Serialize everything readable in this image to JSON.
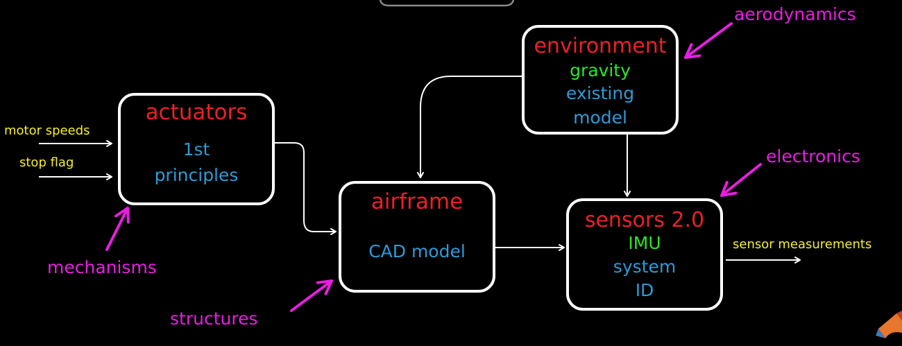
{
  "colors": {
    "background": "#000000",
    "box_outline": "#ffffff",
    "box_title": "#ec2027",
    "detail_green": "#2ee626",
    "detail_blue": "#2d9bd8",
    "io_label": "#f6ef2a",
    "discipline_label": "#e81ee0"
  },
  "blocks": {
    "actuators": {
      "title": "actuators",
      "lines": [
        "1st",
        "principles"
      ]
    },
    "airframe": {
      "title": "airframe",
      "lines": [
        "CAD model"
      ]
    },
    "environment": {
      "title": "environment",
      "green_line": "gravity",
      "blue_lines": [
        "existing",
        "model"
      ]
    },
    "sensors": {
      "title": "sensors 2.0",
      "green_line": "IMU",
      "blue_lines": [
        "system",
        "ID"
      ]
    }
  },
  "inputs": [
    "motor speeds",
    "stop flag"
  ],
  "output": "sensor measurements",
  "disciplines": {
    "aerodynamics": "aerodynamics",
    "electronics": "electronics",
    "mechanisms": "mechanisms",
    "structures": "structures"
  },
  "logo": {
    "icon": "matlab-membrane-icon"
  }
}
